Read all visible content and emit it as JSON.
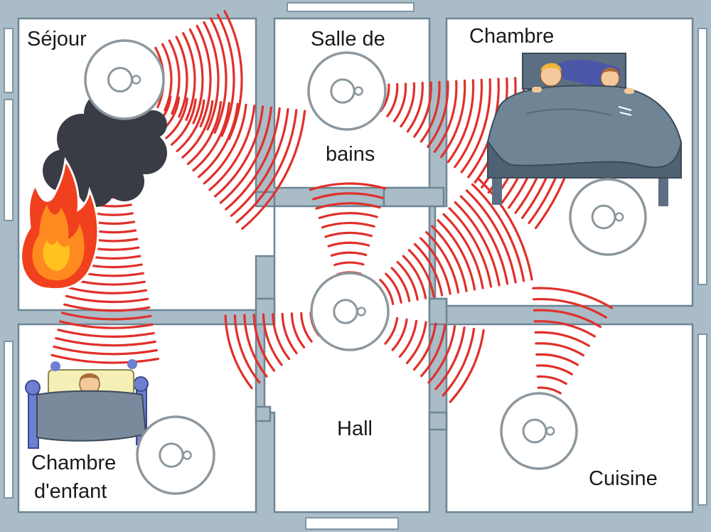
{
  "rooms": {
    "sejour": "Séjour",
    "salle_de_bains_top": "Salle de",
    "salle_de_bains_bottom": "bains",
    "chambre": "Chambre",
    "chambre_enfant_top": "Chambre",
    "chambre_enfant_bottom": "d'enfant",
    "hall": "Hall",
    "cuisine": "Cuisine"
  },
  "colors": {
    "wall": "#a9bcc8",
    "wall_dark": "#7f96a4",
    "floor": "#ffffff",
    "wave": "#e0302a",
    "detector": "#8c979e",
    "smoke": "#3a3c45",
    "flame_outer": "#f0401e",
    "flame_inner": "#ffb020"
  }
}
